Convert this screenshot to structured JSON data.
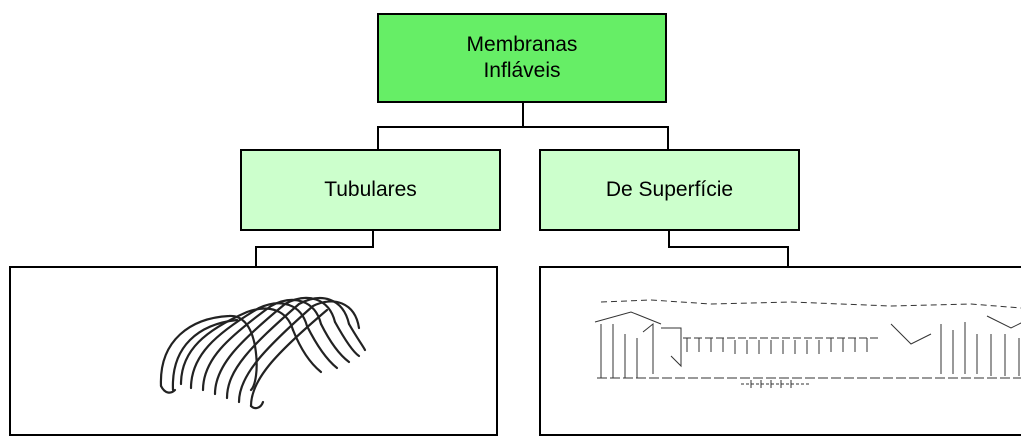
{
  "root": {
    "line1": "Membranas",
    "line2": "Infláveis"
  },
  "children": [
    {
      "label": "Tubulares",
      "image": "tubular-inflatable-arches"
    },
    {
      "label": "De Superfície",
      "image": "surface-inflatable-building"
    }
  ],
  "colors": {
    "root_fill": "#66ee66",
    "child_fill": "#ccffcc",
    "line": "#000000"
  }
}
